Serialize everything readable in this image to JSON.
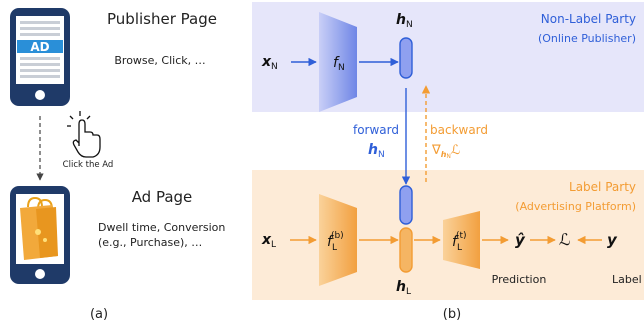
{
  "panel_a": {
    "publisher_title": "Publisher Page",
    "publisher_actions": "Browse, Click, …",
    "ad_badge": "AD",
    "click_caption": "Click the Ad",
    "ad_page_title": "Ad Page",
    "ad_metrics_line1": "Dwell time, Conversion",
    "ad_metrics_line2": "(e.g., Purchase), …",
    "caption": "(a)"
  },
  "panel_b": {
    "non_label_party": {
      "name": "Non-Label Party",
      "role": "(Online Publisher)"
    },
    "label_party": {
      "name": "Label Party",
      "role": "(Advertising Platform)"
    },
    "x_n": "x",
    "x_n_sub": "N",
    "f_n": "f",
    "f_n_sub": "N",
    "h_n": "h",
    "h_n_sub": "N",
    "forward_label": "forward",
    "backward_label": "backward",
    "backward_grad": "∇",
    "backward_loss": "ℒ",
    "x_l": "x",
    "x_l_sub": "L",
    "f_lb": "f",
    "f_lb_sub": "L",
    "f_lb_sup": "(b)",
    "f_lt": "f",
    "f_lt_sub": "L",
    "f_lt_sup": "(t)",
    "h_l": "h",
    "h_l_sub": "L",
    "y_hat": "ŷ",
    "loss": "ℒ",
    "y": "y",
    "prediction_label": "Prediction",
    "label_label": "Label",
    "caption": "(b)"
  },
  "colors": {
    "blue_band": "#E6E6FA",
    "orange_band": "#FDEBD7",
    "blue_accent": "#2F5FD8",
    "orange_accent": "#F39C33",
    "phone_body": "#1F3A68"
  }
}
